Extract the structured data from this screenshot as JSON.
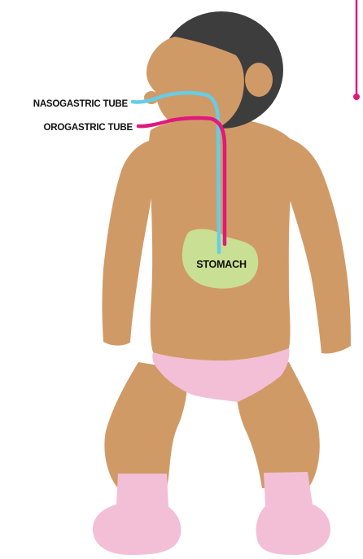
{
  "labels": {
    "nasogastric": "NASOGASTRIC TUBE",
    "orogastric": "OROGASTRIC TUBE",
    "stomach": "STOMACH"
  },
  "colors": {
    "background": "#ffffff",
    "skin": "#d09a67",
    "hair": "#3d3d3d",
    "stomach": "#c9df93",
    "diaper": "#f2bfd6",
    "nasogastric_tube": "#66cde6",
    "orogastric_tube": "#e0197c",
    "label_text": "#111111"
  }
}
